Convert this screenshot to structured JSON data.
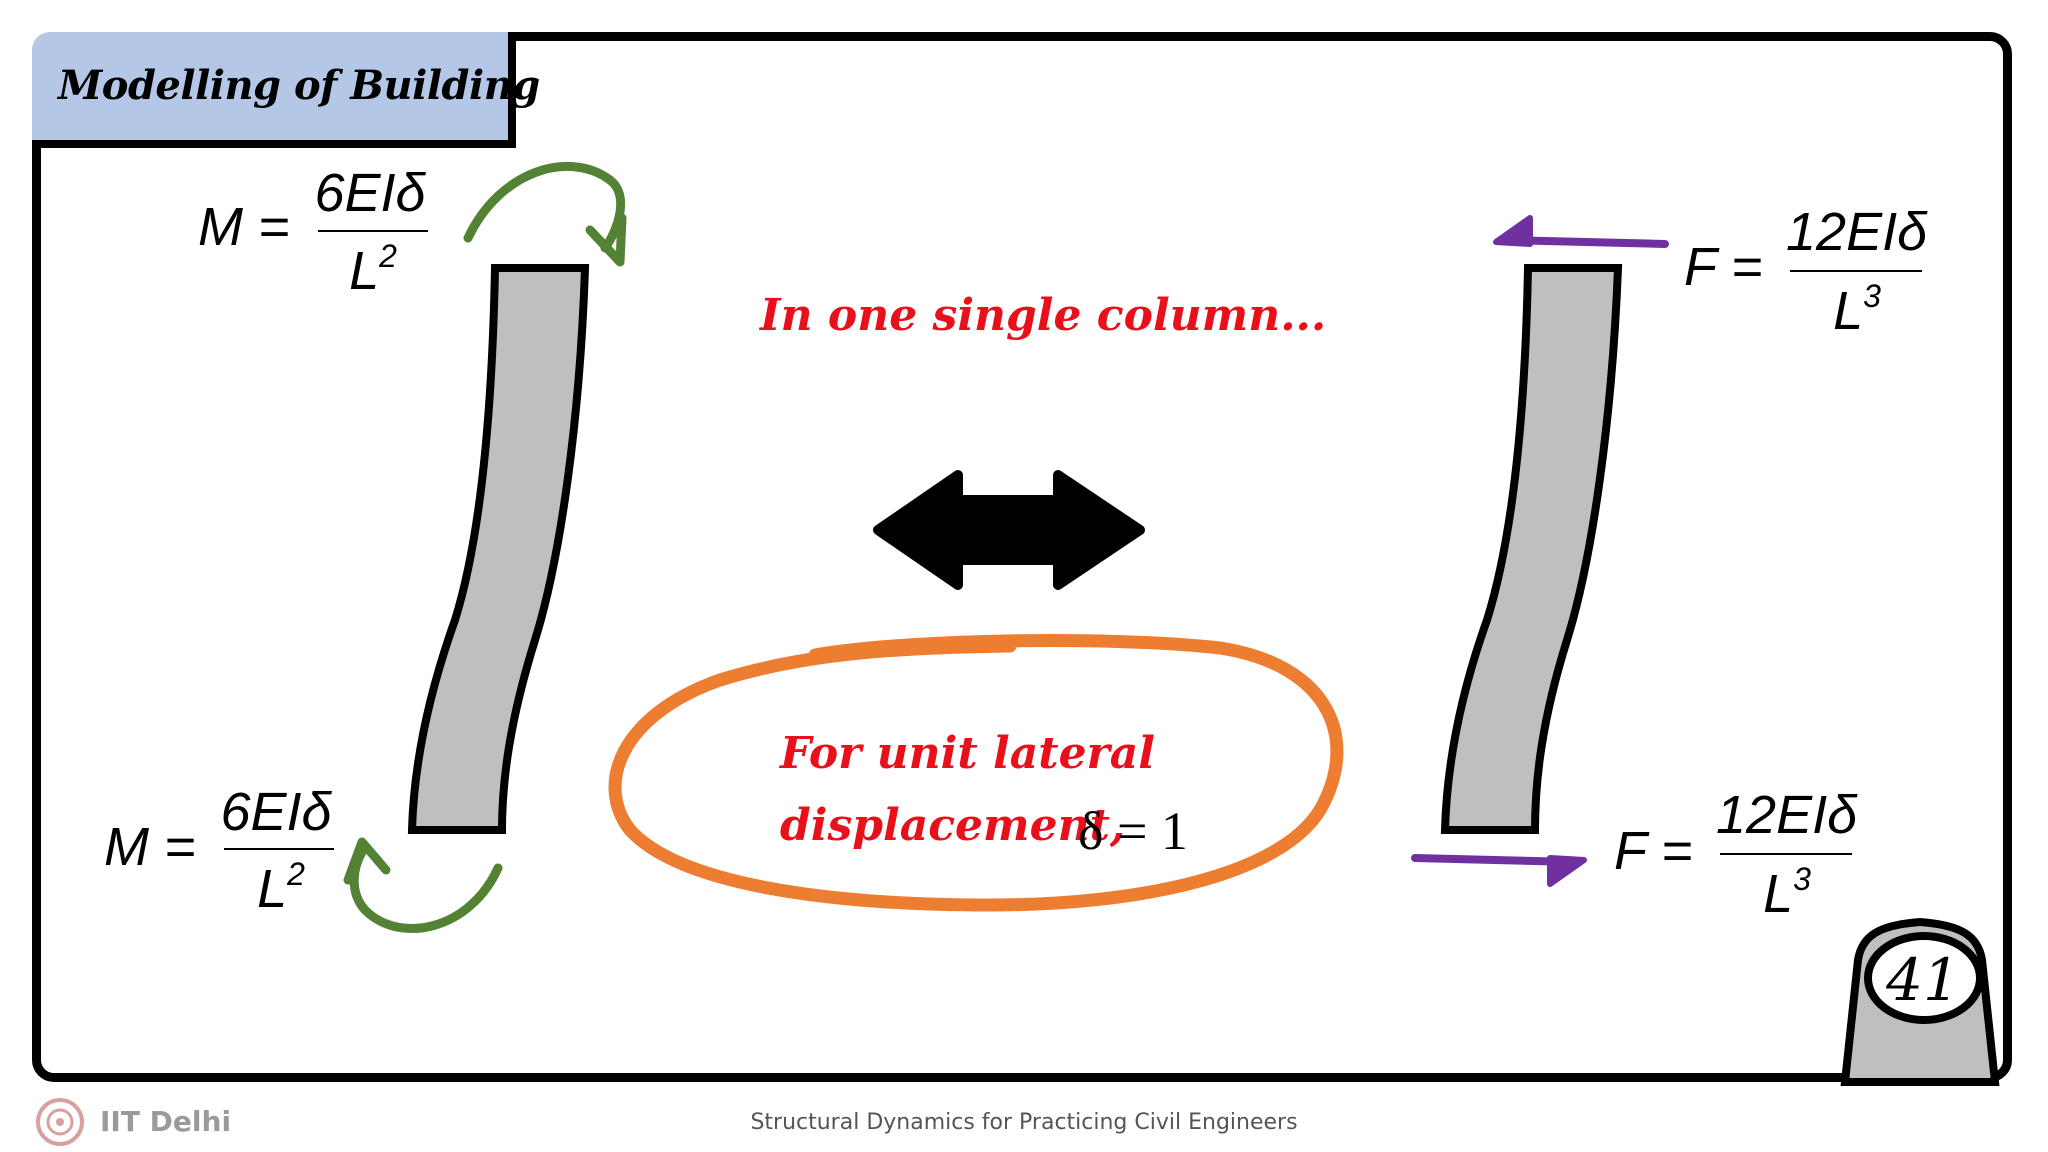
{
  "slide": {
    "title": "Modelling of Building",
    "page_number": "41"
  },
  "left_top_moment": {
    "lhs": "M =",
    "numerator": "6EIδ",
    "denominator": "L",
    "exponent": "2"
  },
  "left_bottom_moment": {
    "lhs": "M =",
    "numerator": "6EIδ",
    "denominator": "L",
    "exponent": "2"
  },
  "right_top_force": {
    "lhs": "F =",
    "numerator": "12EIδ",
    "denominator": "L",
    "exponent": "3"
  },
  "right_bottom_force": {
    "lhs": "F =",
    "numerator": "12EIδ",
    "denominator": "L",
    "exponent": "3"
  },
  "center": {
    "headline": "In one single column...",
    "condition_line1": "For unit lateral",
    "condition_line2": "displacement,",
    "condition_equation": "δ = 1"
  },
  "footer": {
    "institution": "IIT Delhi",
    "course": "Structural Dynamics for Practicing Civil Engineers"
  },
  "colors": {
    "title_bg": "#b4c7e7",
    "column_fill": "#bfbfbf",
    "moment_arrow": "#548235",
    "force_arrow": "#7030a0",
    "highlight_ellipse": "#ed7d31",
    "annotation_text": "#e8101a"
  },
  "icons": [
    "iit-delhi-logo-icon",
    "double-arrow-icon",
    "curved-moment-arrow-icon",
    "force-arrow-icon"
  ]
}
